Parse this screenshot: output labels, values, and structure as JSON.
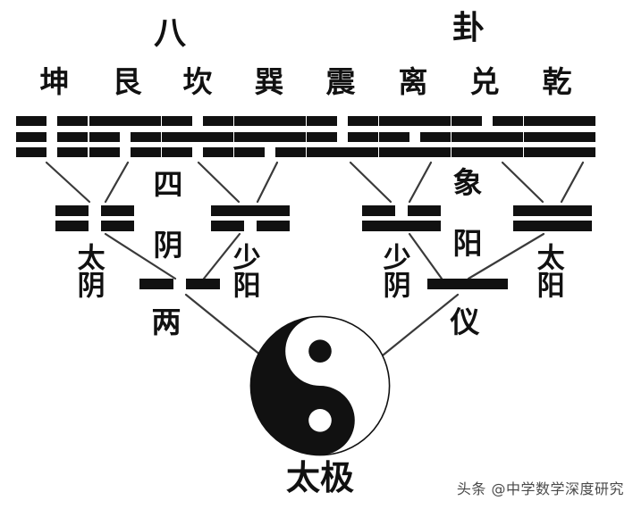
{
  "figure": {
    "title_left": "八",
    "title_right": "卦",
    "taiji_label": "太极",
    "watermark": "头条 @中学数学深度研究",
    "colors": {
      "ink": "#111111",
      "background": "#ffffff",
      "watermark": "#4a4a4a"
    }
  },
  "levels": {
    "bagua": {
      "label_parts": [
        "八",
        "卦"
      ],
      "items": [
        {
          "name": "坤",
          "lines": [
            "broken",
            "broken",
            "broken"
          ]
        },
        {
          "name": "艮",
          "lines": [
            "solid",
            "broken",
            "broken"
          ]
        },
        {
          "name": "坎",
          "lines": [
            "broken",
            "solid",
            "broken"
          ]
        },
        {
          "name": "巽",
          "lines": [
            "solid",
            "solid",
            "broken"
          ]
        },
        {
          "name": "震",
          "lines": [
            "broken",
            "broken",
            "solid"
          ]
        },
        {
          "name": "离",
          "lines": [
            "solid",
            "broken",
            "solid"
          ]
        },
        {
          "name": "兑",
          "lines": [
            "broken",
            "solid",
            "solid"
          ]
        },
        {
          "name": "乾",
          "lines": [
            "solid",
            "solid",
            "solid"
          ]
        }
      ]
    },
    "sixiang": {
      "label_parts": [
        "四",
        "阴",
        "象",
        "阳"
      ],
      "items": [
        {
          "name": "太阴",
          "lines": [
            "broken",
            "broken"
          ]
        },
        {
          "name": "少阳",
          "lines": [
            "solid",
            "broken"
          ]
        },
        {
          "name": "少阴",
          "lines": [
            "broken",
            "solid"
          ]
        },
        {
          "name": "太阳",
          "lines": [
            "solid",
            "solid"
          ]
        }
      ]
    },
    "liangyi": {
      "label_parts": [
        "两",
        "仪"
      ],
      "items": [
        {
          "name": "阴",
          "lines": [
            "broken"
          ]
        },
        {
          "name": "阳",
          "lines": [
            "solid"
          ]
        }
      ]
    },
    "taiji": {
      "name": "太极"
    }
  },
  "mid_labels": {
    "si": "四",
    "yin": "阴",
    "xiang": "象",
    "yang": "阳",
    "liang": "两",
    "yi": "仪"
  }
}
